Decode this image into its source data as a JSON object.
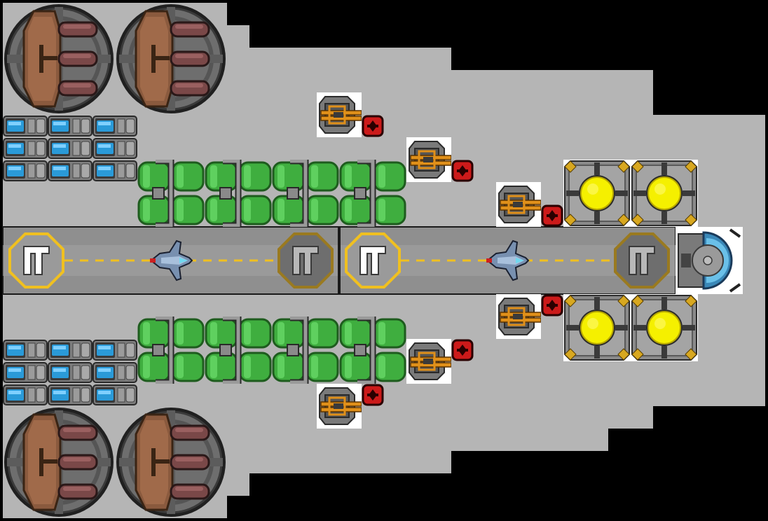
{
  "scene": {
    "background_color": "#000000",
    "hull_color": "#b5b5b5",
    "hull_outline_color": "#9a9a9a"
  },
  "modules": {
    "engine": {
      "icon": "engine-thruster-icon",
      "count": 4,
      "casing_color": "#8a5a3e",
      "nozzle_color": "#7a4848"
    },
    "fuel_tank": {
      "icon": "fuel-tank-icon",
      "count": 8,
      "color": "#3fae3f"
    },
    "battery": {
      "icon": "battery-cell-icon",
      "count": 18,
      "color": "#2a9ad8"
    },
    "turret": {
      "icon": "gun-turret-icon",
      "count": 6,
      "accent_color": "#e0901a"
    },
    "ammo_box": {
      "icon": "ammo-box-icon",
      "count": 6,
      "color": "#cc1a1a"
    },
    "reactor": {
      "icon": "power-reactor-icon",
      "count": 4,
      "core_color": "#f5f000"
    },
    "hangar": {
      "icon": "hangar-bay-icon",
      "count": 2,
      "marking_color": "#f0c020"
    },
    "fighter": {
      "icon": "fighter-drone-icon",
      "count": 2,
      "color": "#8aa8cc"
    },
    "cockpit": {
      "icon": "cockpit-bridge-icon",
      "count": 1,
      "dome_color": "#5aaed8"
    }
  }
}
